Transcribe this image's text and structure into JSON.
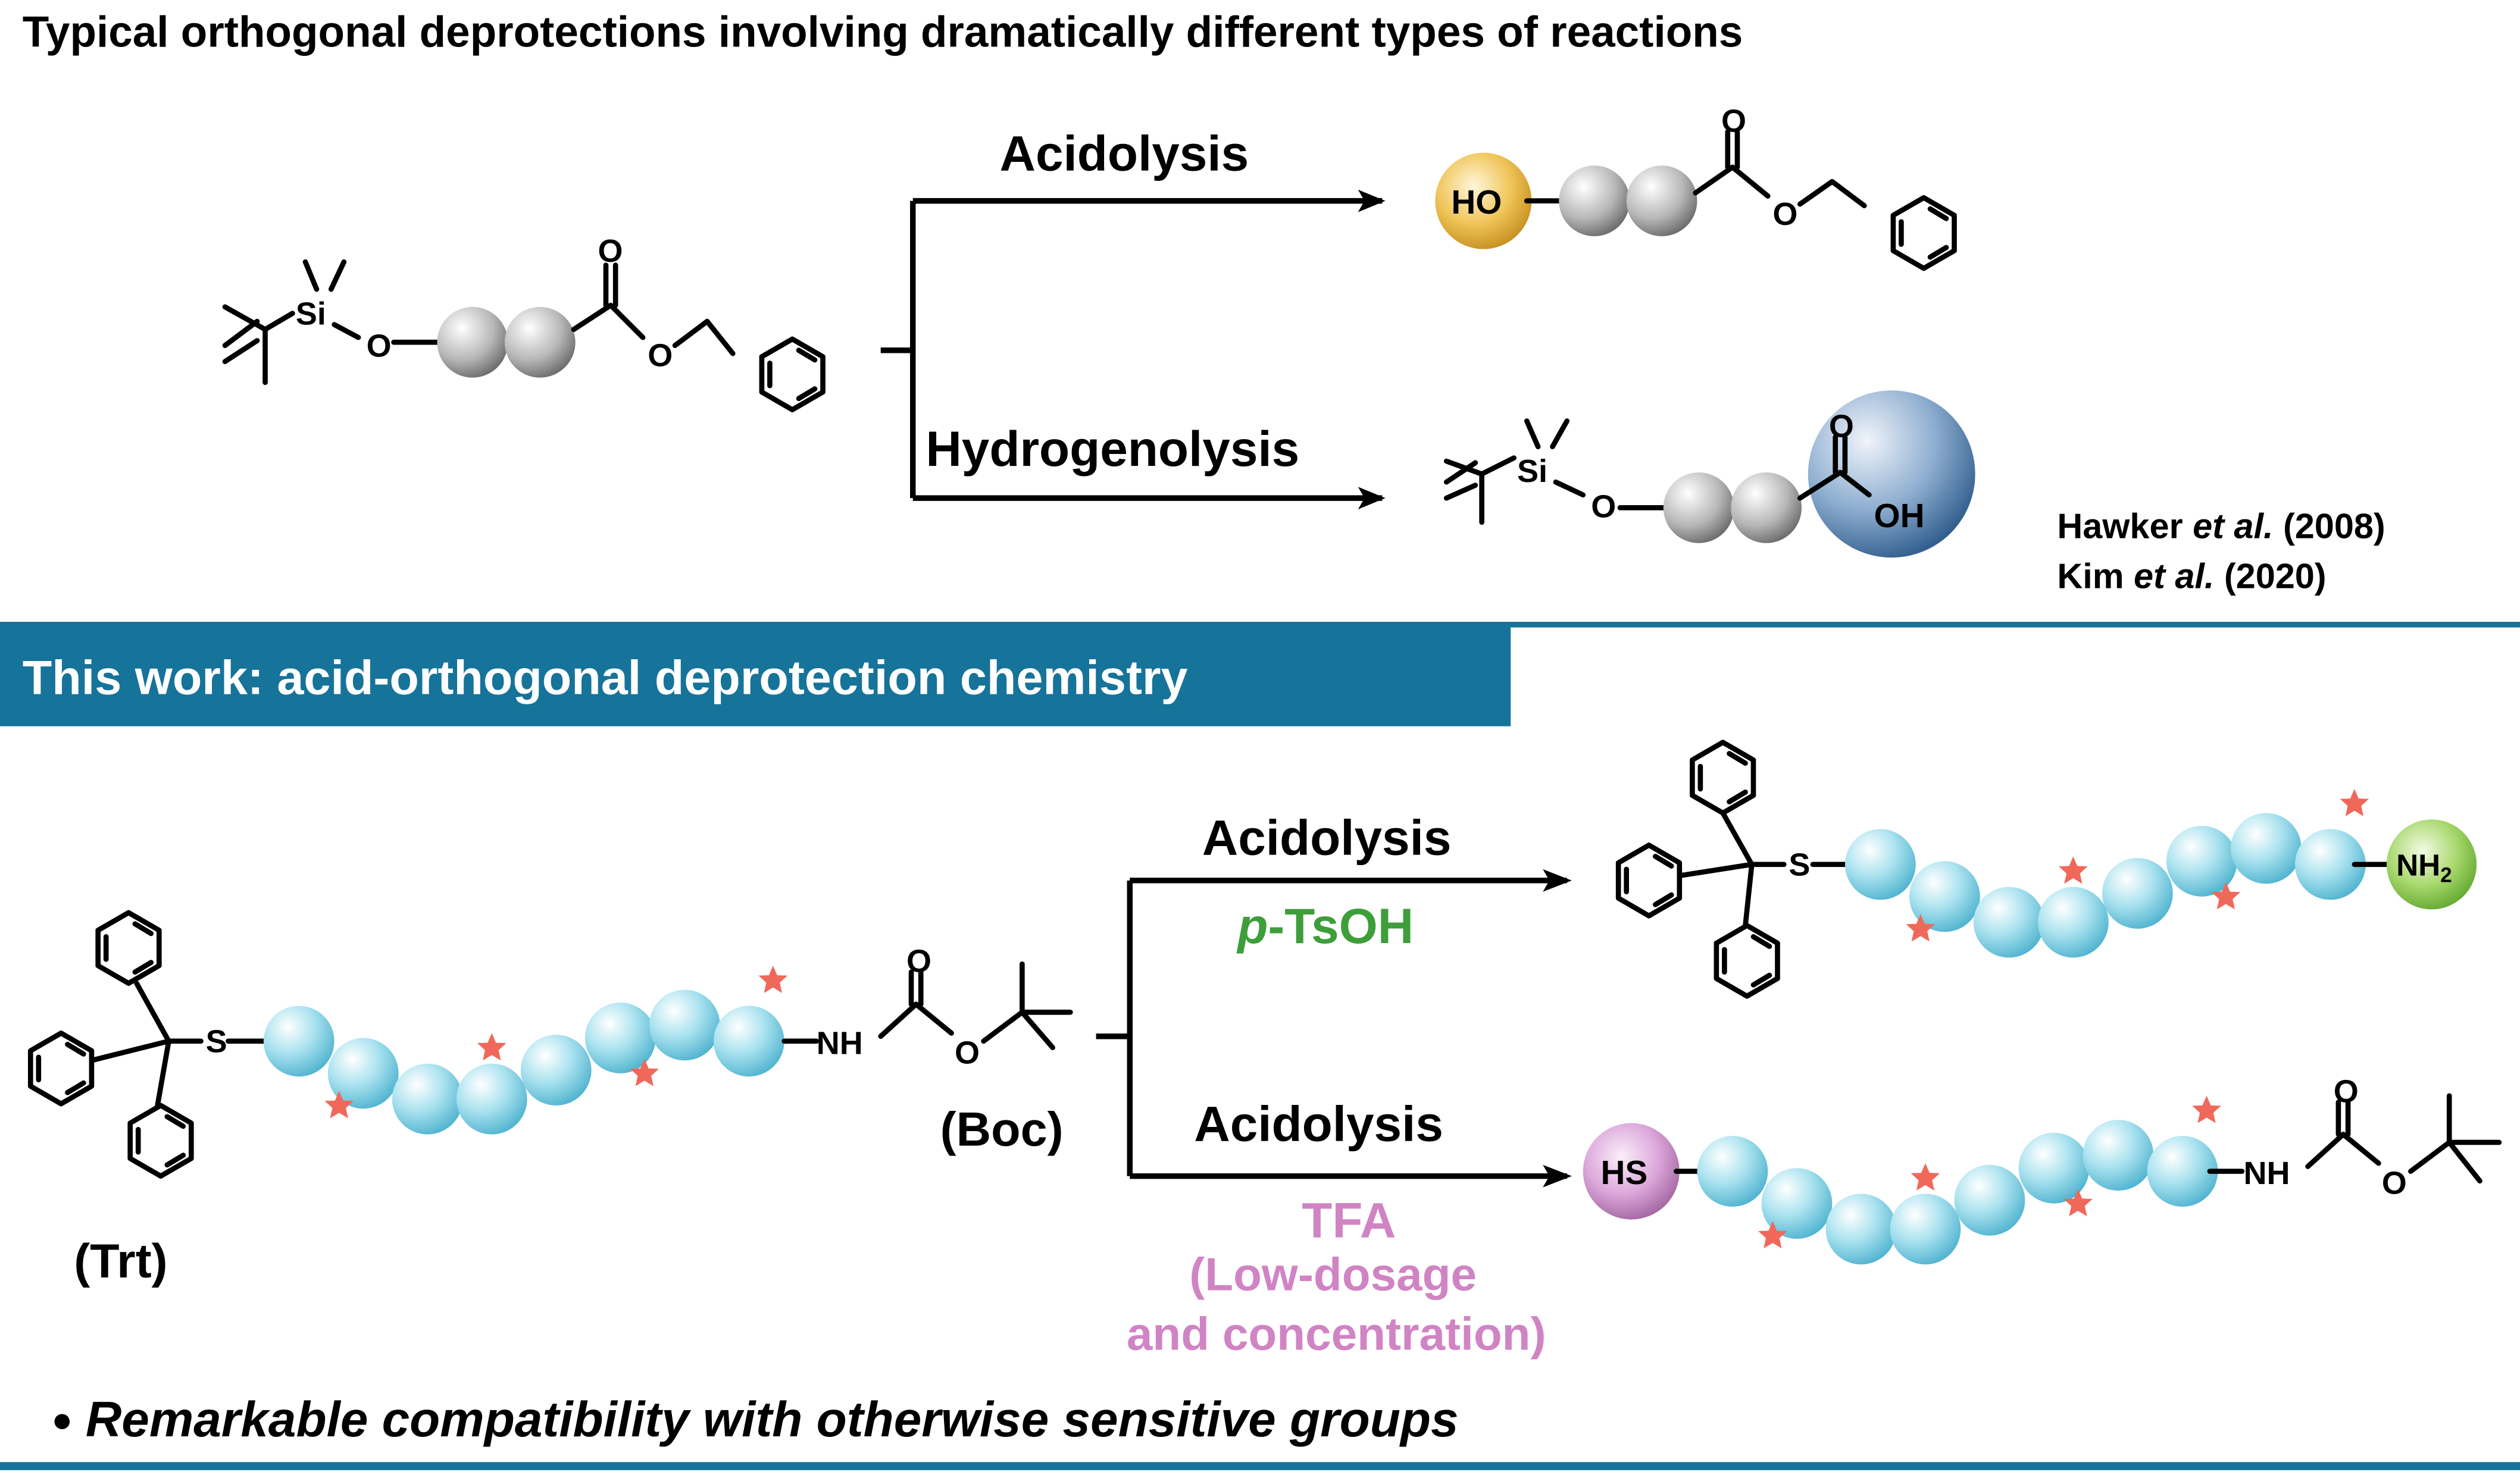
{
  "header": {
    "title": "Typical orthogonal deprotections involving dramatically different types of reactions"
  },
  "top_scheme": {
    "reagent_top": "Acidolysis",
    "reagent_bottom": "Hydrogenolysis",
    "starting_material": {
      "si_label": "Si",
      "o_label": "O",
      "ester_o": "O",
      "carbonyl_o": "O"
    },
    "product_top": {
      "end_label": "HO",
      "ester_o": "O",
      "carbonyl_o": "O"
    },
    "product_bottom": {
      "si_label": "Si",
      "o_label": "O",
      "carbonyl_o": "O",
      "acid_label": "OH"
    },
    "references": [
      "Hawker",
      "et al.",
      "(2008)",
      "Kim",
      "et al.",
      "(2020)"
    ]
  },
  "banner": {
    "text": "This work: acid-orthogonal deprotection chemistry"
  },
  "bottom_scheme": {
    "starting_material": {
      "s_label": "S",
      "nh_label": "NH",
      "carbonyl_o": "O",
      "ester_o": "O",
      "trt_label": "(Trt)",
      "boc_label": "(Boc)"
    },
    "reaction_top": {
      "label": "Acidolysis",
      "reagent_italic": "p",
      "reagent_rest": "-TsOH"
    },
    "reaction_bottom": {
      "label": "Acidolysis",
      "reagent": "TFA",
      "condition_line1": "(Low-dosage",
      "condition_line2": "and concentration)"
    },
    "product_top": {
      "s_label": "S",
      "end_label": "NH",
      "end_sub": "2"
    },
    "product_bottom": {
      "end_label": "HS",
      "nh_label": "NH",
      "carbonyl_o": "O",
      "ester_o": "O"
    }
  },
  "footer": {
    "bullet": "●",
    "text": "Remarkable compatibility with otherwise sensitive groups"
  },
  "colors": {
    "teal": "#167399",
    "green": "#3d9e3a",
    "pink": "#d084c4",
    "gold": "#e8b43c",
    "navy": "#3f6f9f",
    "bead": "#7fd0e4",
    "star": "#f0685a",
    "lime": "#8dcb4e",
    "purple": "#c98fc8"
  }
}
